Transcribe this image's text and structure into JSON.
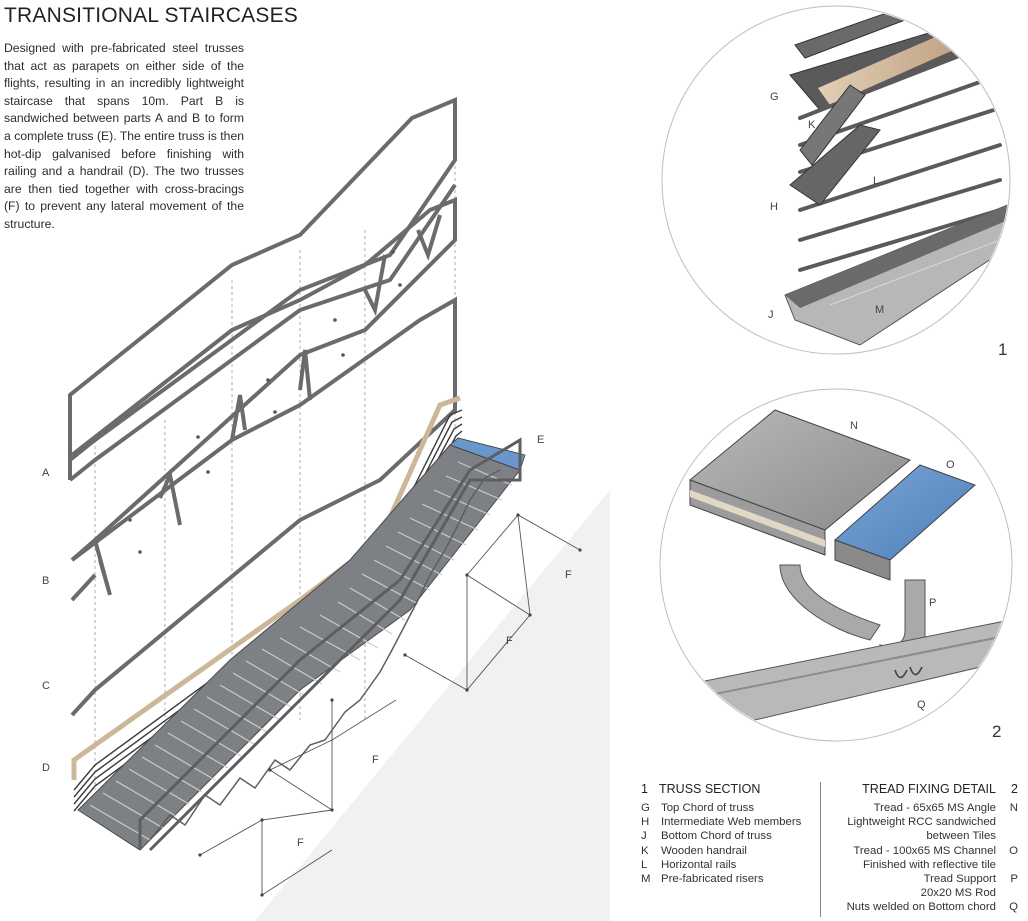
{
  "title": "TRANSITIONAL STAIRCASES",
  "intro": "Designed with pre-fabricated steel trusses that act as parapets on either side of the flights, resulting in an incredibly lightweight staircase that spans 10m. Part B is sandwiched between parts A and B to form a complete truss (E). The entire truss is then hot-dip galvanised before finishing with railing and a handrail (D). The two trusses are then tied together with cross-bracings (F) to prevent any lateral movement of the structure.",
  "main_labels": {
    "a": "A",
    "b": "B",
    "c": "C",
    "d": "D",
    "e": "E",
    "f": "F"
  },
  "detail1": {
    "number": "1",
    "labels": {
      "g": "G",
      "k": "K",
      "h": "H",
      "l": "L",
      "j": "J",
      "m": "M"
    }
  },
  "detail2": {
    "number": "2",
    "labels": {
      "n": "N",
      "o": "O",
      "p": "P",
      "q": "Q"
    }
  },
  "legend_left": {
    "num": "1",
    "heading": "TRUSS SECTION",
    "items": [
      {
        "key": "G",
        "text": "Top Chord of truss"
      },
      {
        "key": "H",
        "text": "Intermediate Web members"
      },
      {
        "key": "J",
        "text": "Bottom Chord of truss"
      },
      {
        "key": "K",
        "text": "Wooden handrail"
      },
      {
        "key": "L",
        "text": "Horizontal rails"
      },
      {
        "key": "M",
        "text": "Pre-fabricated risers"
      }
    ]
  },
  "legend_right": {
    "heading": "TREAD FIXING DETAIL",
    "num": "2",
    "items": [
      {
        "key": "N",
        "text": "Tread - 65x65 MS Angle"
      },
      {
        "key": "",
        "text": "Lightweight RCC sandwiched"
      },
      {
        "key": "",
        "text": "between Tiles"
      },
      {
        "key": "O",
        "text": "Tread - 100x65 MS Channel"
      },
      {
        "key": "",
        "text": "Finished with reflective tile"
      },
      {
        "key": "P",
        "text": "Tread Support"
      },
      {
        "key": "",
        "text": "20x20 MS Rod"
      },
      {
        "key": "Q",
        "text": "Nuts welded on Bottom chord"
      }
    ]
  },
  "colors": {
    "steel": "#6d6d6d",
    "tread": "#8c8f93",
    "tile": "#5b8fc9",
    "wood": "#d9c4a8"
  }
}
